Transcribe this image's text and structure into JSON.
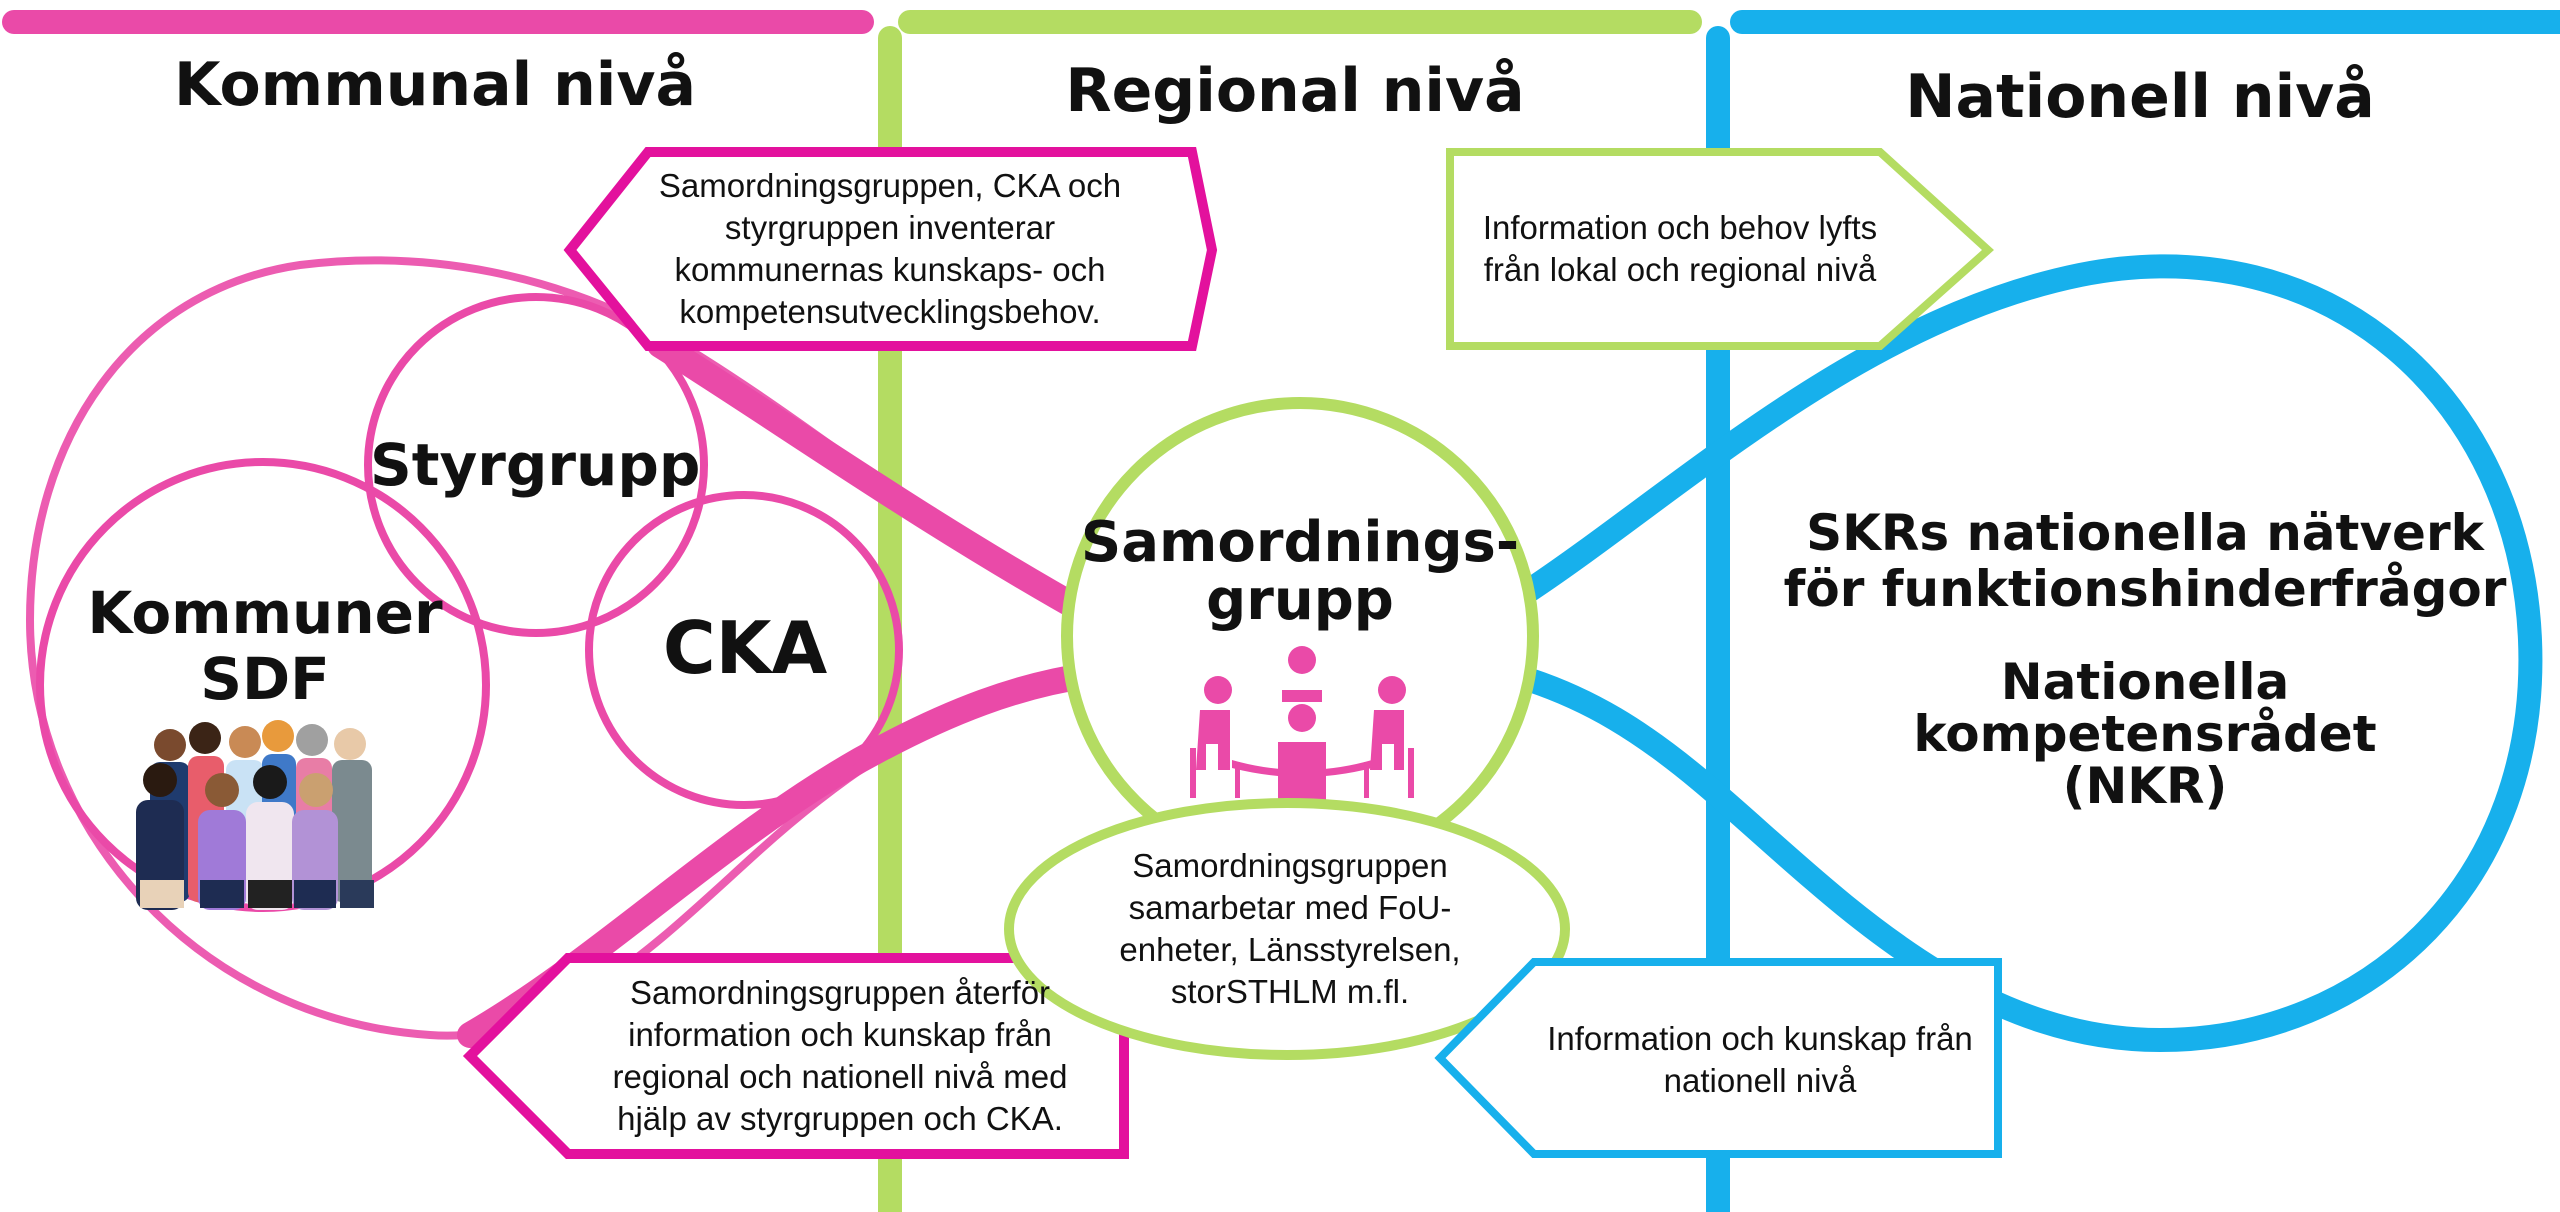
{
  "colors": {
    "pink": "#ea4aa8",
    "magenta": "#e3119d",
    "green": "#b4dc62",
    "blue": "#17b0ec"
  },
  "columns": {
    "kommunal": "Kommunal nivå",
    "regional": "Regional nivå",
    "nationell": "Nationell nivå"
  },
  "circles": {
    "styrgrupp": "Styrgrupp",
    "kommuner": "Kommuner",
    "sdf": "SDF",
    "cka": "CKA",
    "samordning_line1": "Samordnings-",
    "samordning_line2": "grupp",
    "skr_line1": "SKRs nationella nätverk",
    "skr_line2": "för funktionshinderfrågor",
    "nkr_line1": "Nationella",
    "nkr_line2": "kompetensrådet",
    "nkr_line3": "(NKR)"
  },
  "boxes": {
    "top_pink": "Samordningsgruppen, CKA och styrgruppen inventerar kommunernas kunskaps- och kompetensutvecklingsbehov.",
    "top_green": "Information och behov lyfts från lokal och regional nivå",
    "bottom_pink": "Samordningsgruppen återför information och kunskap från regional och nationell nivå med hjälp av styrgruppen och CKA.",
    "bottom_green_ellipse": "Samordningsgruppen samarbetar med FoU-enheter, Länsstyrelsen, storSTHLM m.fl.",
    "bottom_blue": "Information och kunskap från nationell nivå"
  },
  "icons": {
    "people": "group-of-people-illustration",
    "meeting": "meeting-table-icon"
  }
}
